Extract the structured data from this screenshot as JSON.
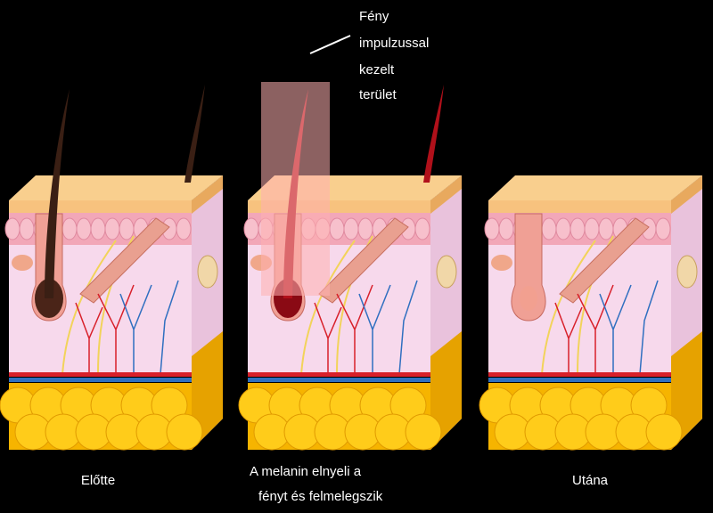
{
  "annotation": {
    "line1": "Fény",
    "line2": "impulzussal",
    "line3": "kezelt",
    "line4": "terület"
  },
  "panels": [
    {
      "caption": "Előtte",
      "hair_color": "#3a1f14",
      "bulb_color": "#4a2418",
      "state": "before"
    },
    {
      "caption_line1": "A melanin elnyeli a",
      "caption_line2": "fényt és felmelegszik",
      "hair_color": "#b0101a",
      "bulb_color": "#8a0a14",
      "state": "during"
    },
    {
      "caption": "Utána",
      "hair_color": "none",
      "bulb_color": "#f2a090",
      "state": "after"
    }
  ],
  "colors": {
    "epidermis": "#f7c27e",
    "dermis_cells": "#f2a7b8",
    "dermis": "#f7d9ec",
    "fat": "#f6b400",
    "artery": "#d8202a",
    "vein": "#2f6fc0",
    "light_beam": "#ffb0b0"
  }
}
